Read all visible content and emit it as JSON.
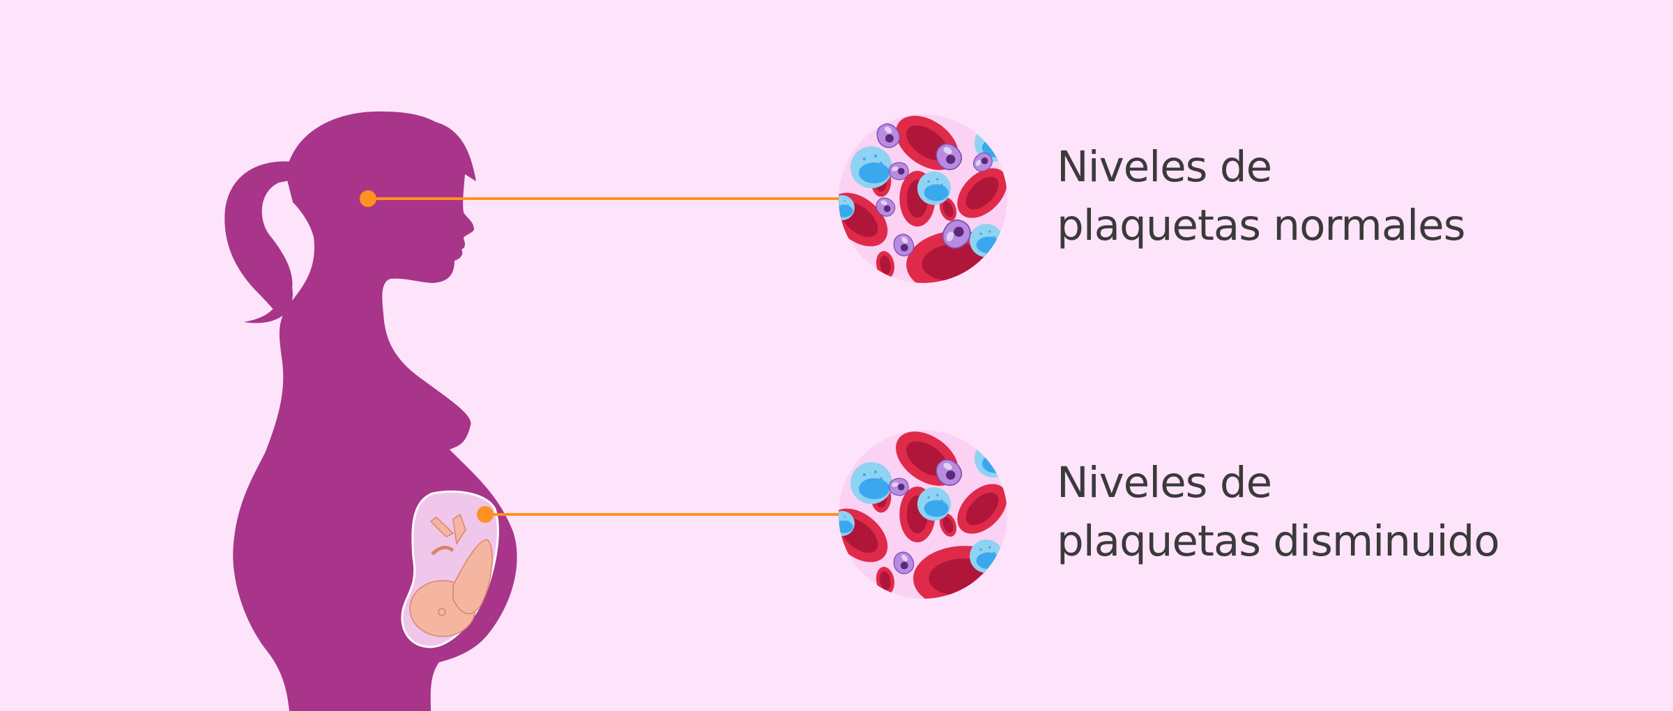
{
  "colors": {
    "background": "#fee4fa",
    "silhouette": "#a8358a",
    "connector": "#ff9120",
    "text": "#3a3a3a",
    "womb": "#f0c6ea",
    "fetus": "#f4b6a0",
    "rbc": "#e02a4a",
    "rbc_dark": "#b0163a",
    "wbc": "#8fd2f2",
    "wbc_nucleus": "#3aa8ef",
    "platelet": "#b98be0",
    "platelet_nucleus": "#5a2a78",
    "circle_bg": "#fbd2f4"
  },
  "figure": {
    "subject": "pregnant-woman-silhouette",
    "fetus": "fetus-in-womb"
  },
  "callouts": [
    {
      "target": "mother",
      "line1": "Niveles de",
      "line2": "plaquetas normales",
      "sample": "blood-sample-normal-platelets"
    },
    {
      "target": "fetus",
      "line1": "Niveles de",
      "line2": "plaquetas disminuido",
      "sample": "blood-sample-reduced-platelets"
    }
  ]
}
